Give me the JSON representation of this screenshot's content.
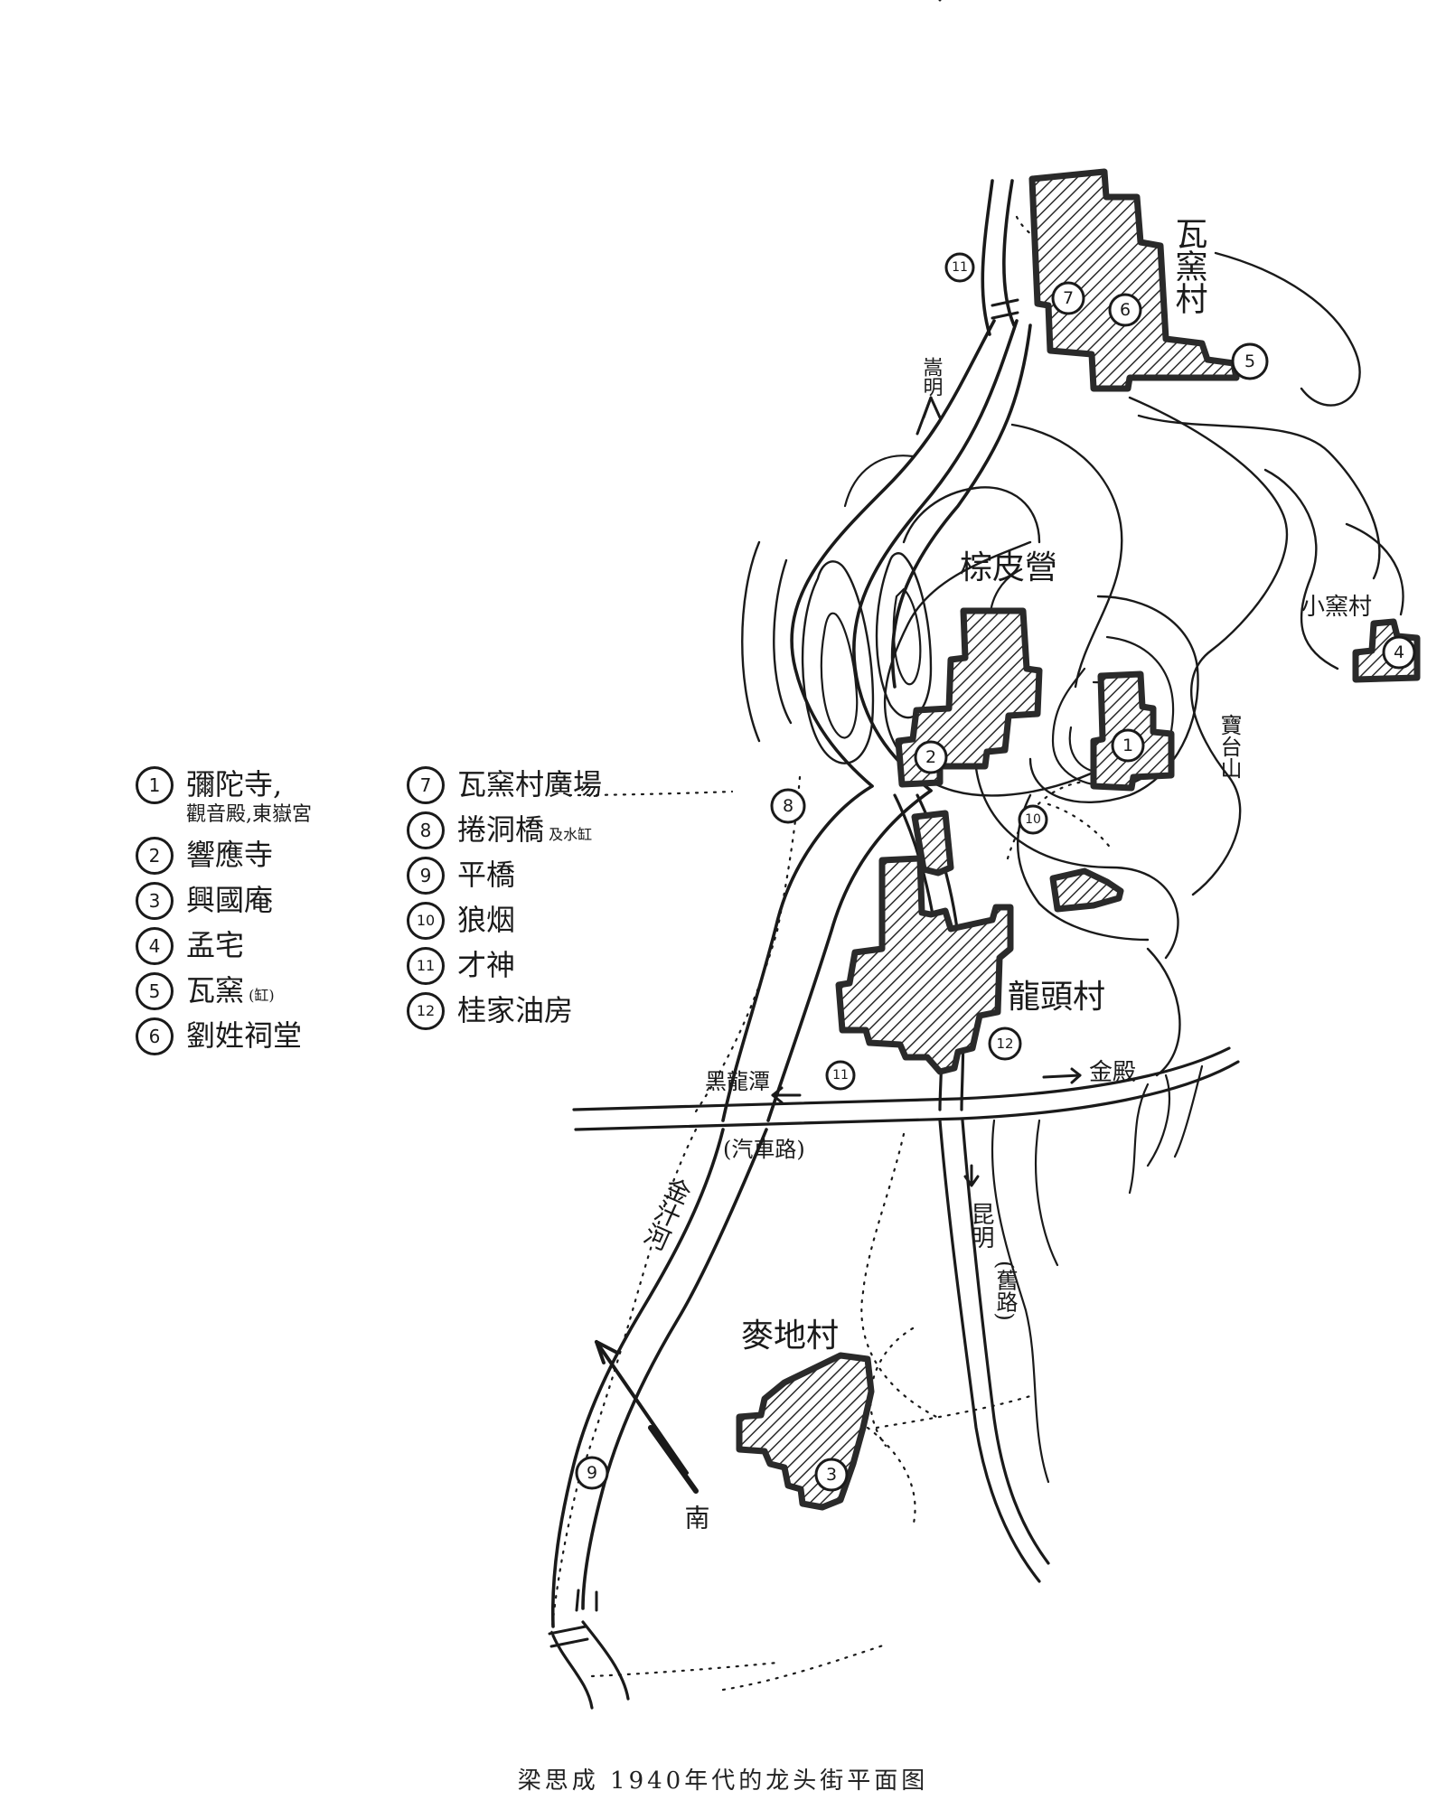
{
  "legend": [
    {
      "num": "1",
      "text": "彌陀寺,",
      "sub": "觀音殿,東嶽宮"
    },
    {
      "num": "2",
      "text": "響應寺"
    },
    {
      "num": "3",
      "text": "興國庵"
    },
    {
      "num": "4",
      "text": "孟宅"
    },
    {
      "num": "5",
      "text": "瓦窯",
      "note": "(缸)"
    },
    {
      "num": "6",
      "text": "劉姓祠堂"
    },
    {
      "num": "7",
      "text": "瓦窯村廣場"
    },
    {
      "num": "8",
      "text": "捲洞橋",
      "note": "及水缸"
    },
    {
      "num": "9",
      "text": "平橋"
    },
    {
      "num": "10",
      "text": "狼烟"
    },
    {
      "num": "11",
      "text": "才神"
    },
    {
      "num": "12",
      "text": "桂家油房"
    }
  ],
  "places": {
    "wayaocun": "瓦窯村",
    "zongpiying": "棕皮營",
    "xiaoyaocun": "小窯村",
    "baotaishan": "寶台山",
    "longtoucun": "龍頭村",
    "maidicun": "麥地村"
  },
  "roads": {
    "songming": "嵩明",
    "heilongtan": "黑龍潭",
    "jindian": "金殿",
    "qichelu": "(汽車路)",
    "kunming": "昆明",
    "jiulu": "(舊路)",
    "jinzhihe": "金汁河",
    "south": "南"
  },
  "caption": "梁思成 1940年代的龙头街平面图",
  "colors": {
    "ink": "#1a1a1a",
    "hatch": "#2a2a2a",
    "paper": "#ffffff"
  }
}
